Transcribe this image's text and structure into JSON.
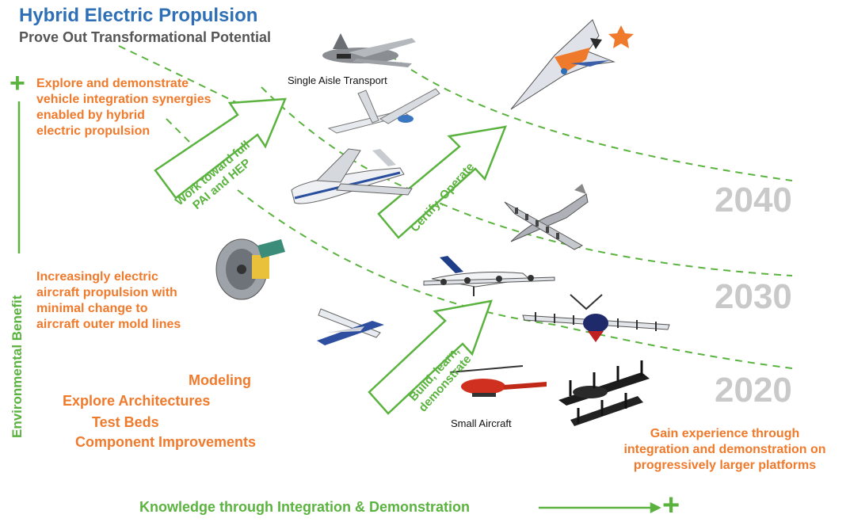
{
  "header": {
    "title": "Hybrid Electric Propulsion",
    "subtitle": "Prove Out Transformational Potential"
  },
  "notes": {
    "explore": [
      "Explore and demonstrate",
      "vehicle integration synergies",
      "enabled by hybrid",
      "electric propulsion"
    ],
    "increasingly": [
      "Increasingly electric",
      "aircraft propulsion with",
      "minimal change to",
      "aircraft outer mold lines"
    ],
    "gain": [
      "Gain experience through",
      "integration and demonstration on",
      "progressively larger platforms"
    ]
  },
  "activities": [
    "Modeling",
    "Explore Architectures",
    "Test Beds",
    "Component Improvements"
  ],
  "arrows": {
    "work_toward": [
      "Work toward full",
      "PAI and HEP"
    ],
    "certify": [
      "Certify, Operate"
    ],
    "build": [
      "Build, learn,",
      "demonstrate"
    ]
  },
  "aircraft_labels": {
    "single_aisle": "Single Aisle Transport",
    "small": "Small Aircraft"
  },
  "years": [
    "2040",
    "2030",
    "2020"
  ],
  "axes": {
    "y_label": "Environmental Benefit",
    "x_label": "Knowledge through Integration & Demonstration",
    "plus_symbol": "+"
  },
  "colors": {
    "title_blue": "#2e6fb5",
    "orange": "#f07a2c",
    "green": "#5bb33f",
    "year_gray": "#c9c9c9",
    "star": "#f07a2c"
  }
}
